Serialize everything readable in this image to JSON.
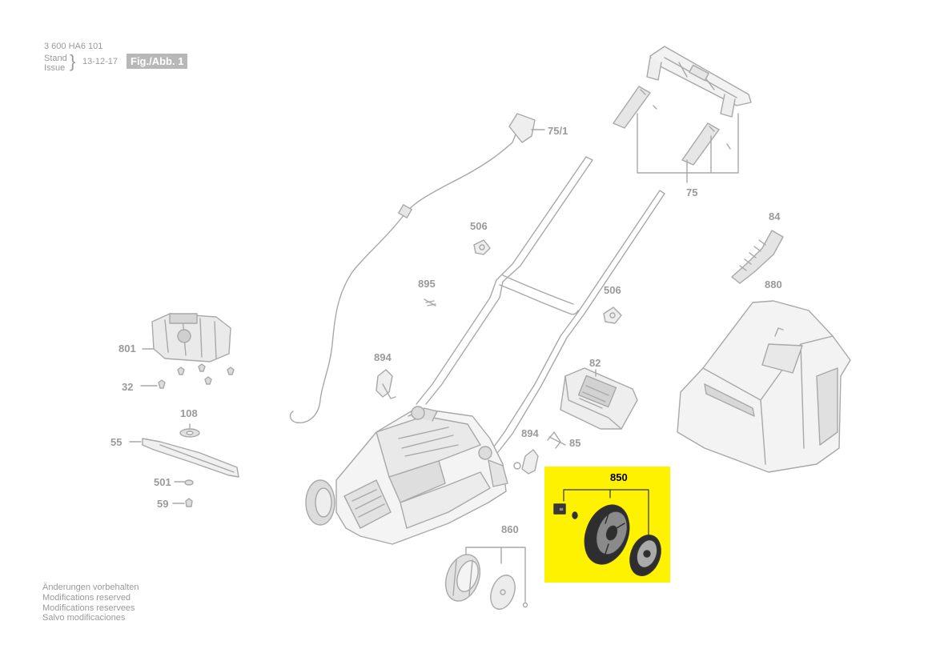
{
  "header": {
    "doc_number": "3 600 HA6 101",
    "stand_label": "Stand",
    "issue_label": "Issue",
    "date": "13-12-17",
    "figure_label": "Fig./Abb. 1"
  },
  "notes": [
    "Änderungen vorbehalten",
    "Modifications reserved",
    "Modifications reservees",
    "Salvo modificaciones"
  ],
  "highlight_color": "#fff200",
  "line_color": "#a8a8a8",
  "parts": {
    "p75_1": "75/1",
    "p75": "75",
    "p84": "84",
    "p880": "880",
    "p506a": "506",
    "p506b": "506",
    "p895": "895",
    "p894a": "894",
    "p894b": "894",
    "p801": "801",
    "p32": "32",
    "p108": "108",
    "p55": "55",
    "p501": "501",
    "p59": "59",
    "p82": "82",
    "p85": "85",
    "p850": "850",
    "p860": "860"
  }
}
